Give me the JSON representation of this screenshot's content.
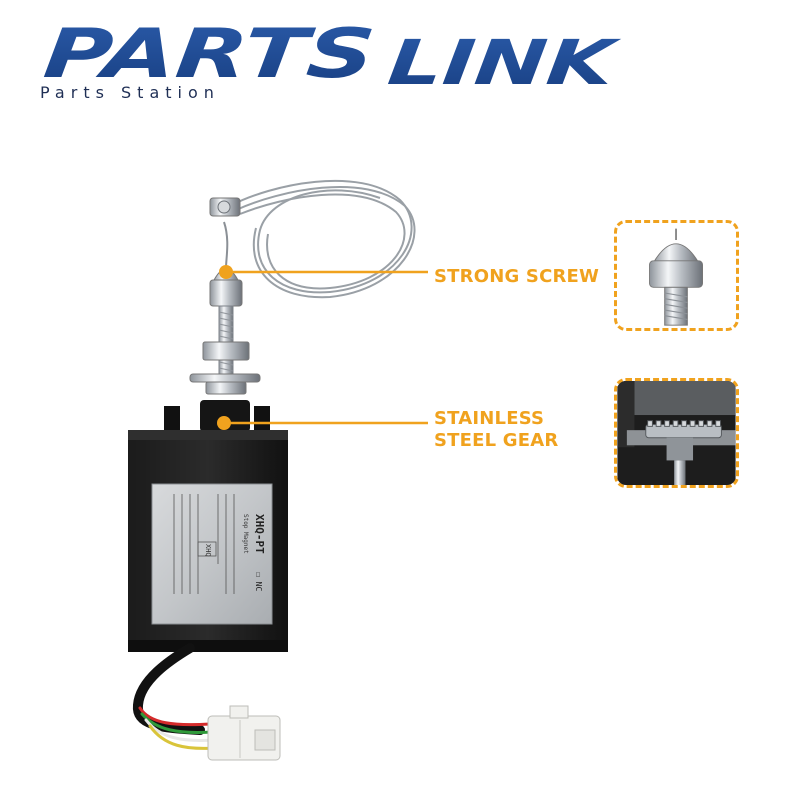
{
  "brand": {
    "name_left": "PARTS",
    "name_right": "LINK",
    "tagline": "Parts Station",
    "color_blue": "#1f4a93",
    "color_orange": "#f0a21e"
  },
  "callouts": [
    {
      "label": "STRONG SCREW",
      "detail_icon": "acorn-nut-icon"
    },
    {
      "label_line1": "STAINLESS",
      "label_line2": "STEEL GEAR",
      "detail_icon": "gear-icon"
    }
  ],
  "product_label": {
    "model": "XHQ-PT",
    "subtitle": "Stop Magnet",
    "mark": "XHQ",
    "nc_text": "☐ NC"
  }
}
